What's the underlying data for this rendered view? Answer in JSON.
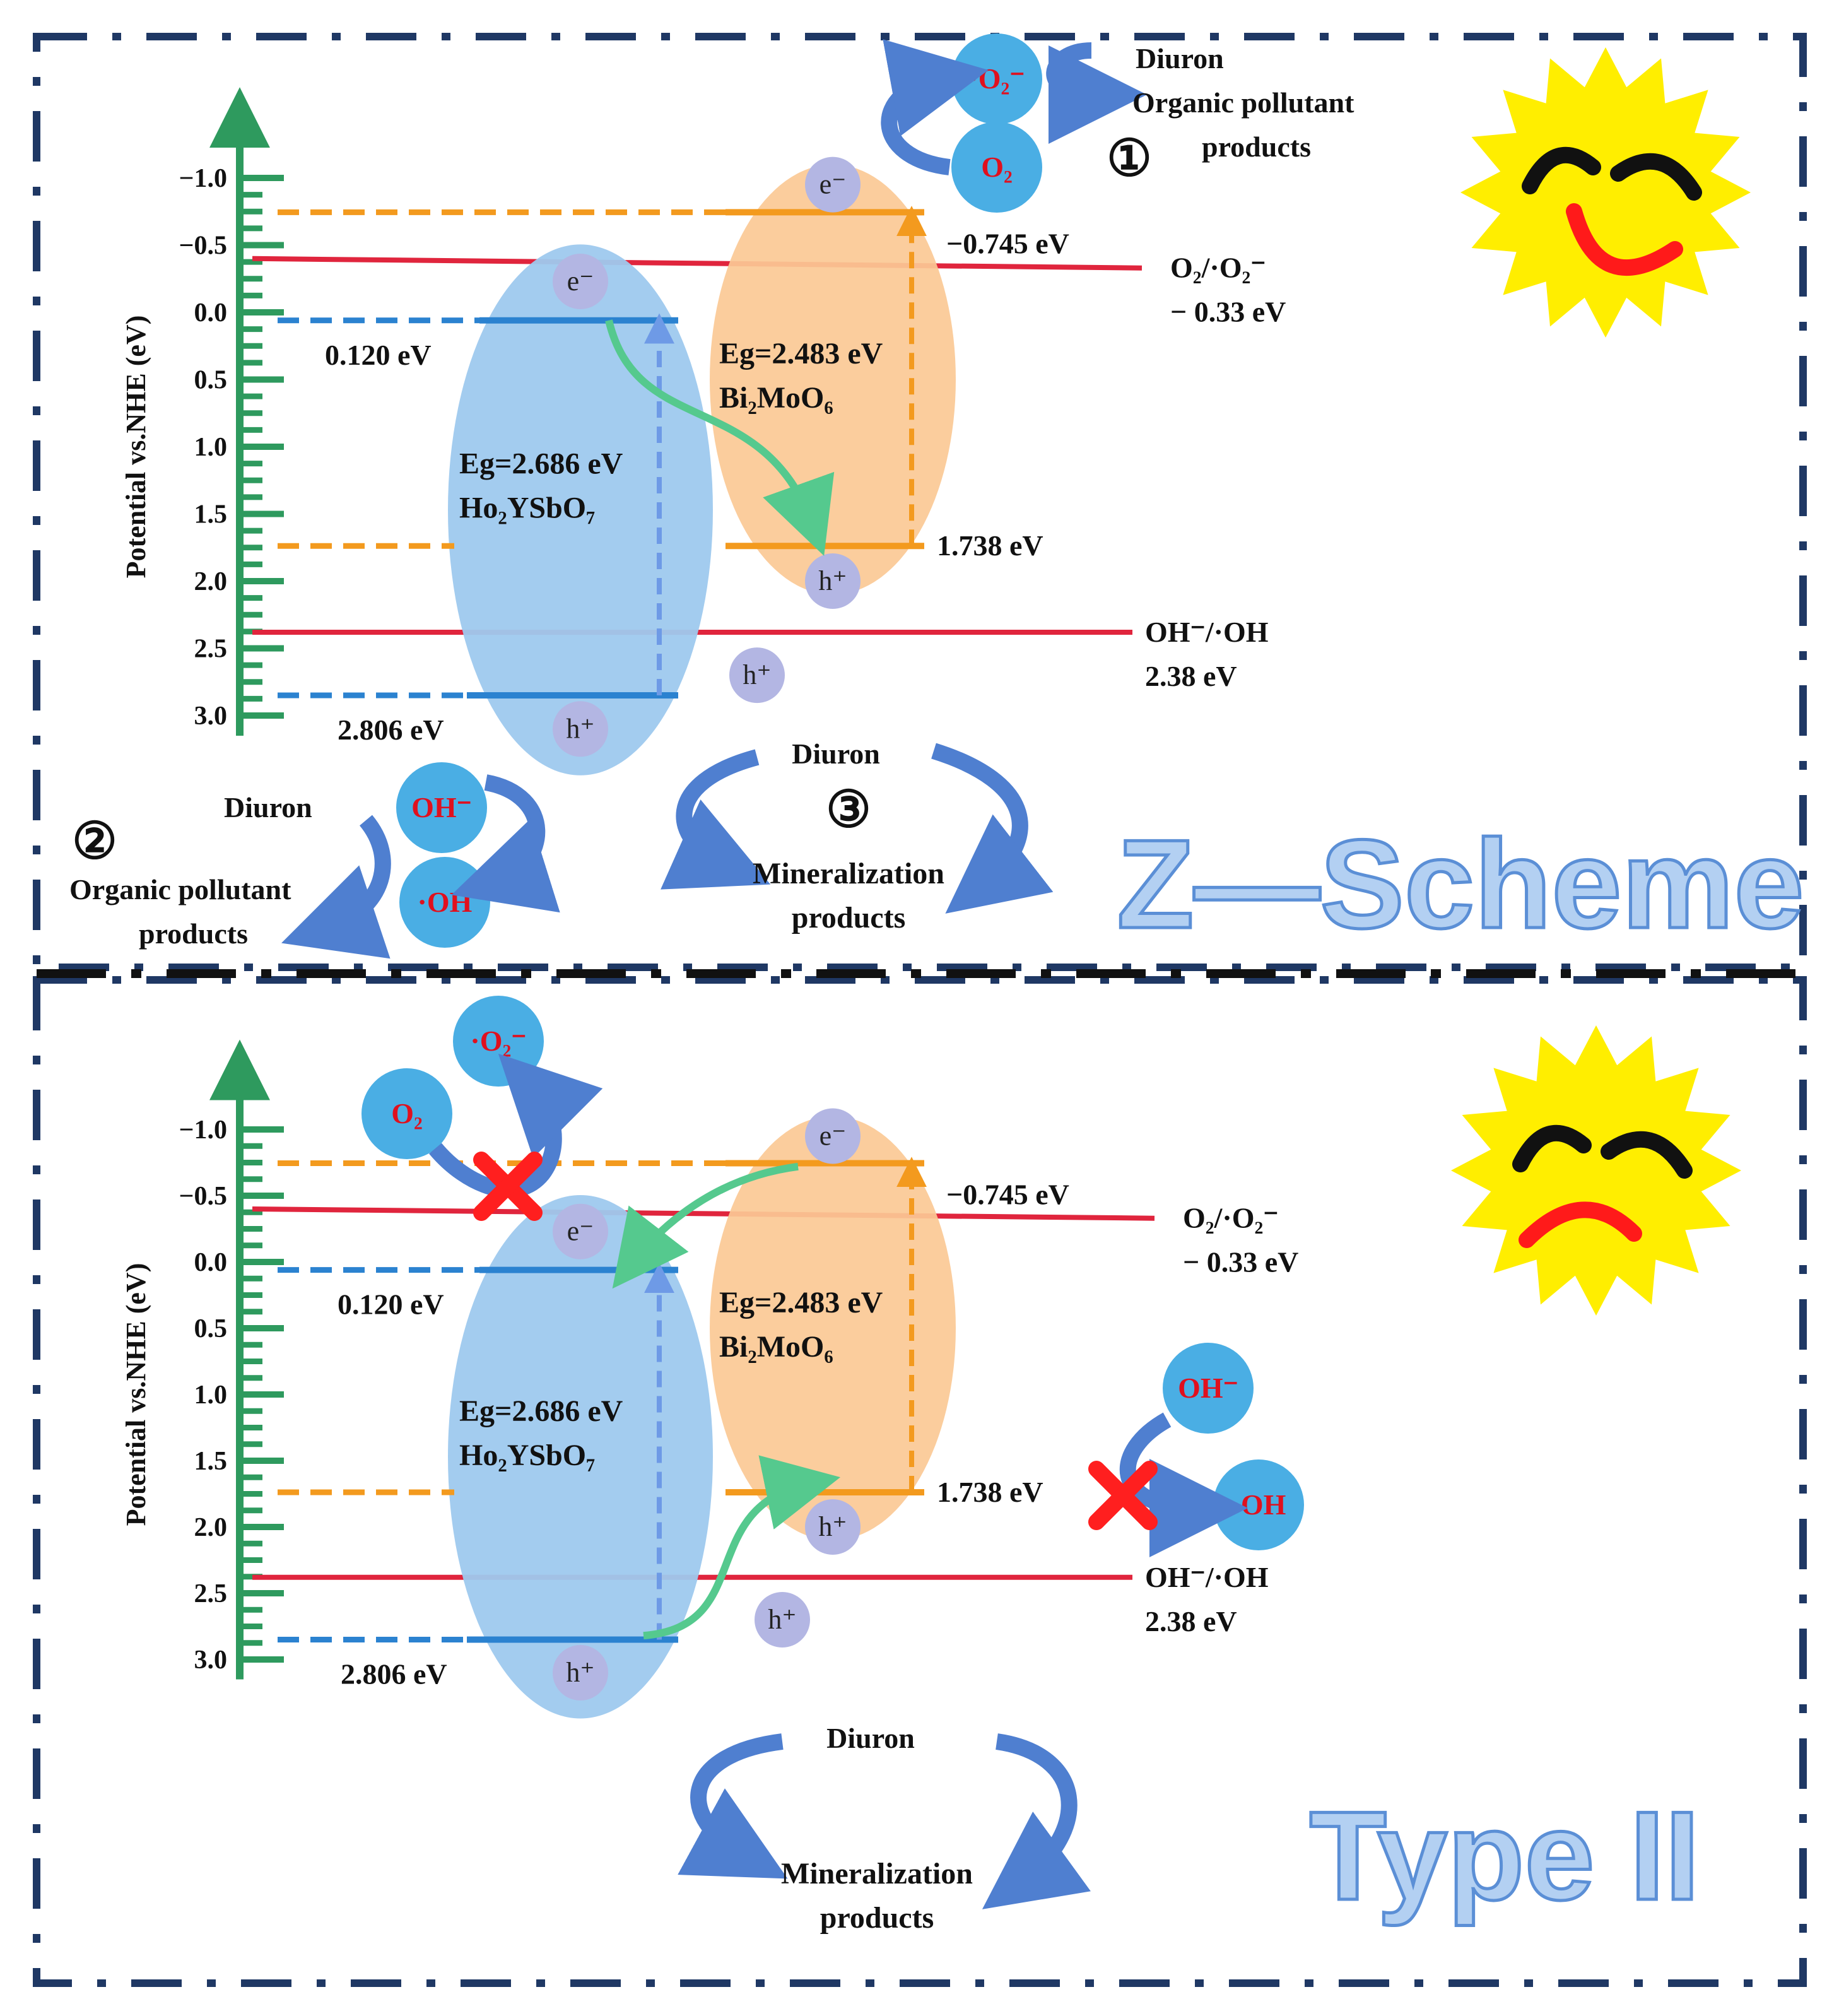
{
  "colors": {
    "frame": "#1f3864",
    "axis": "#2e9a5e",
    "redox": "#e0253d",
    "ho_band": "#2b82d0",
    "bi_band": "#f39a1e",
    "ho_ellipse": "#9ec9ee",
    "bi_ellipse": "#fbc995",
    "ball": "#4aaee4",
    "carrier_ball": "#b3b6e3",
    "transfer_arrow": "#55c98e",
    "block_arrow": "#4f7fd0",
    "sun": "#ffee00",
    "cross": "#ff1f1f"
  },
  "axis": {
    "title": "Potential  vs.NHE  (eV)",
    "ticks": [
      "−1.0",
      "−0.5",
      "0.0",
      "0.5",
      "1.0",
      "1.5",
      "2.0",
      "2.5",
      "3.0"
    ]
  },
  "carriers": {
    "electron": "e⁻",
    "hole": "h⁺"
  },
  "species": {
    "oh_minus": "OH⁻",
    "oh_radical": "·OH",
    "o2": "O₂",
    "o2_radical": "·O₂⁻"
  },
  "energy_levels": {
    "ho_cb": "0.120 eV",
    "ho_vb": "2.806 eV",
    "bi_cb": "−0.745 eV",
    "bi_vb": "1.738 eV"
  },
  "redox_couples": {
    "o2": {
      "label": "O₂/·O₂⁻",
      "value": "− 0.33 eV"
    },
    "oh": {
      "label": "OH⁻/·OH",
      "value": "2.38 eV"
    }
  },
  "semiconductors": {
    "ho": {
      "eg": "Eg=2.686 eV",
      "name": "Ho₂YSbO₇"
    },
    "bi": {
      "eg": "Eg=2.483 eV",
      "name": "Bi₂MoO₆"
    }
  },
  "reactions": {
    "diuron": "Diuron",
    "organic_products_line1": "Organic pollutant",
    "organic_products_line2": "products",
    "mineralization_line1": "Mineralization",
    "mineralization_line2": "products",
    "step1": "①",
    "step2": "②",
    "step3": "③"
  },
  "panels": {
    "top_title": "Z—Scheme",
    "bottom_title": "Type II"
  }
}
